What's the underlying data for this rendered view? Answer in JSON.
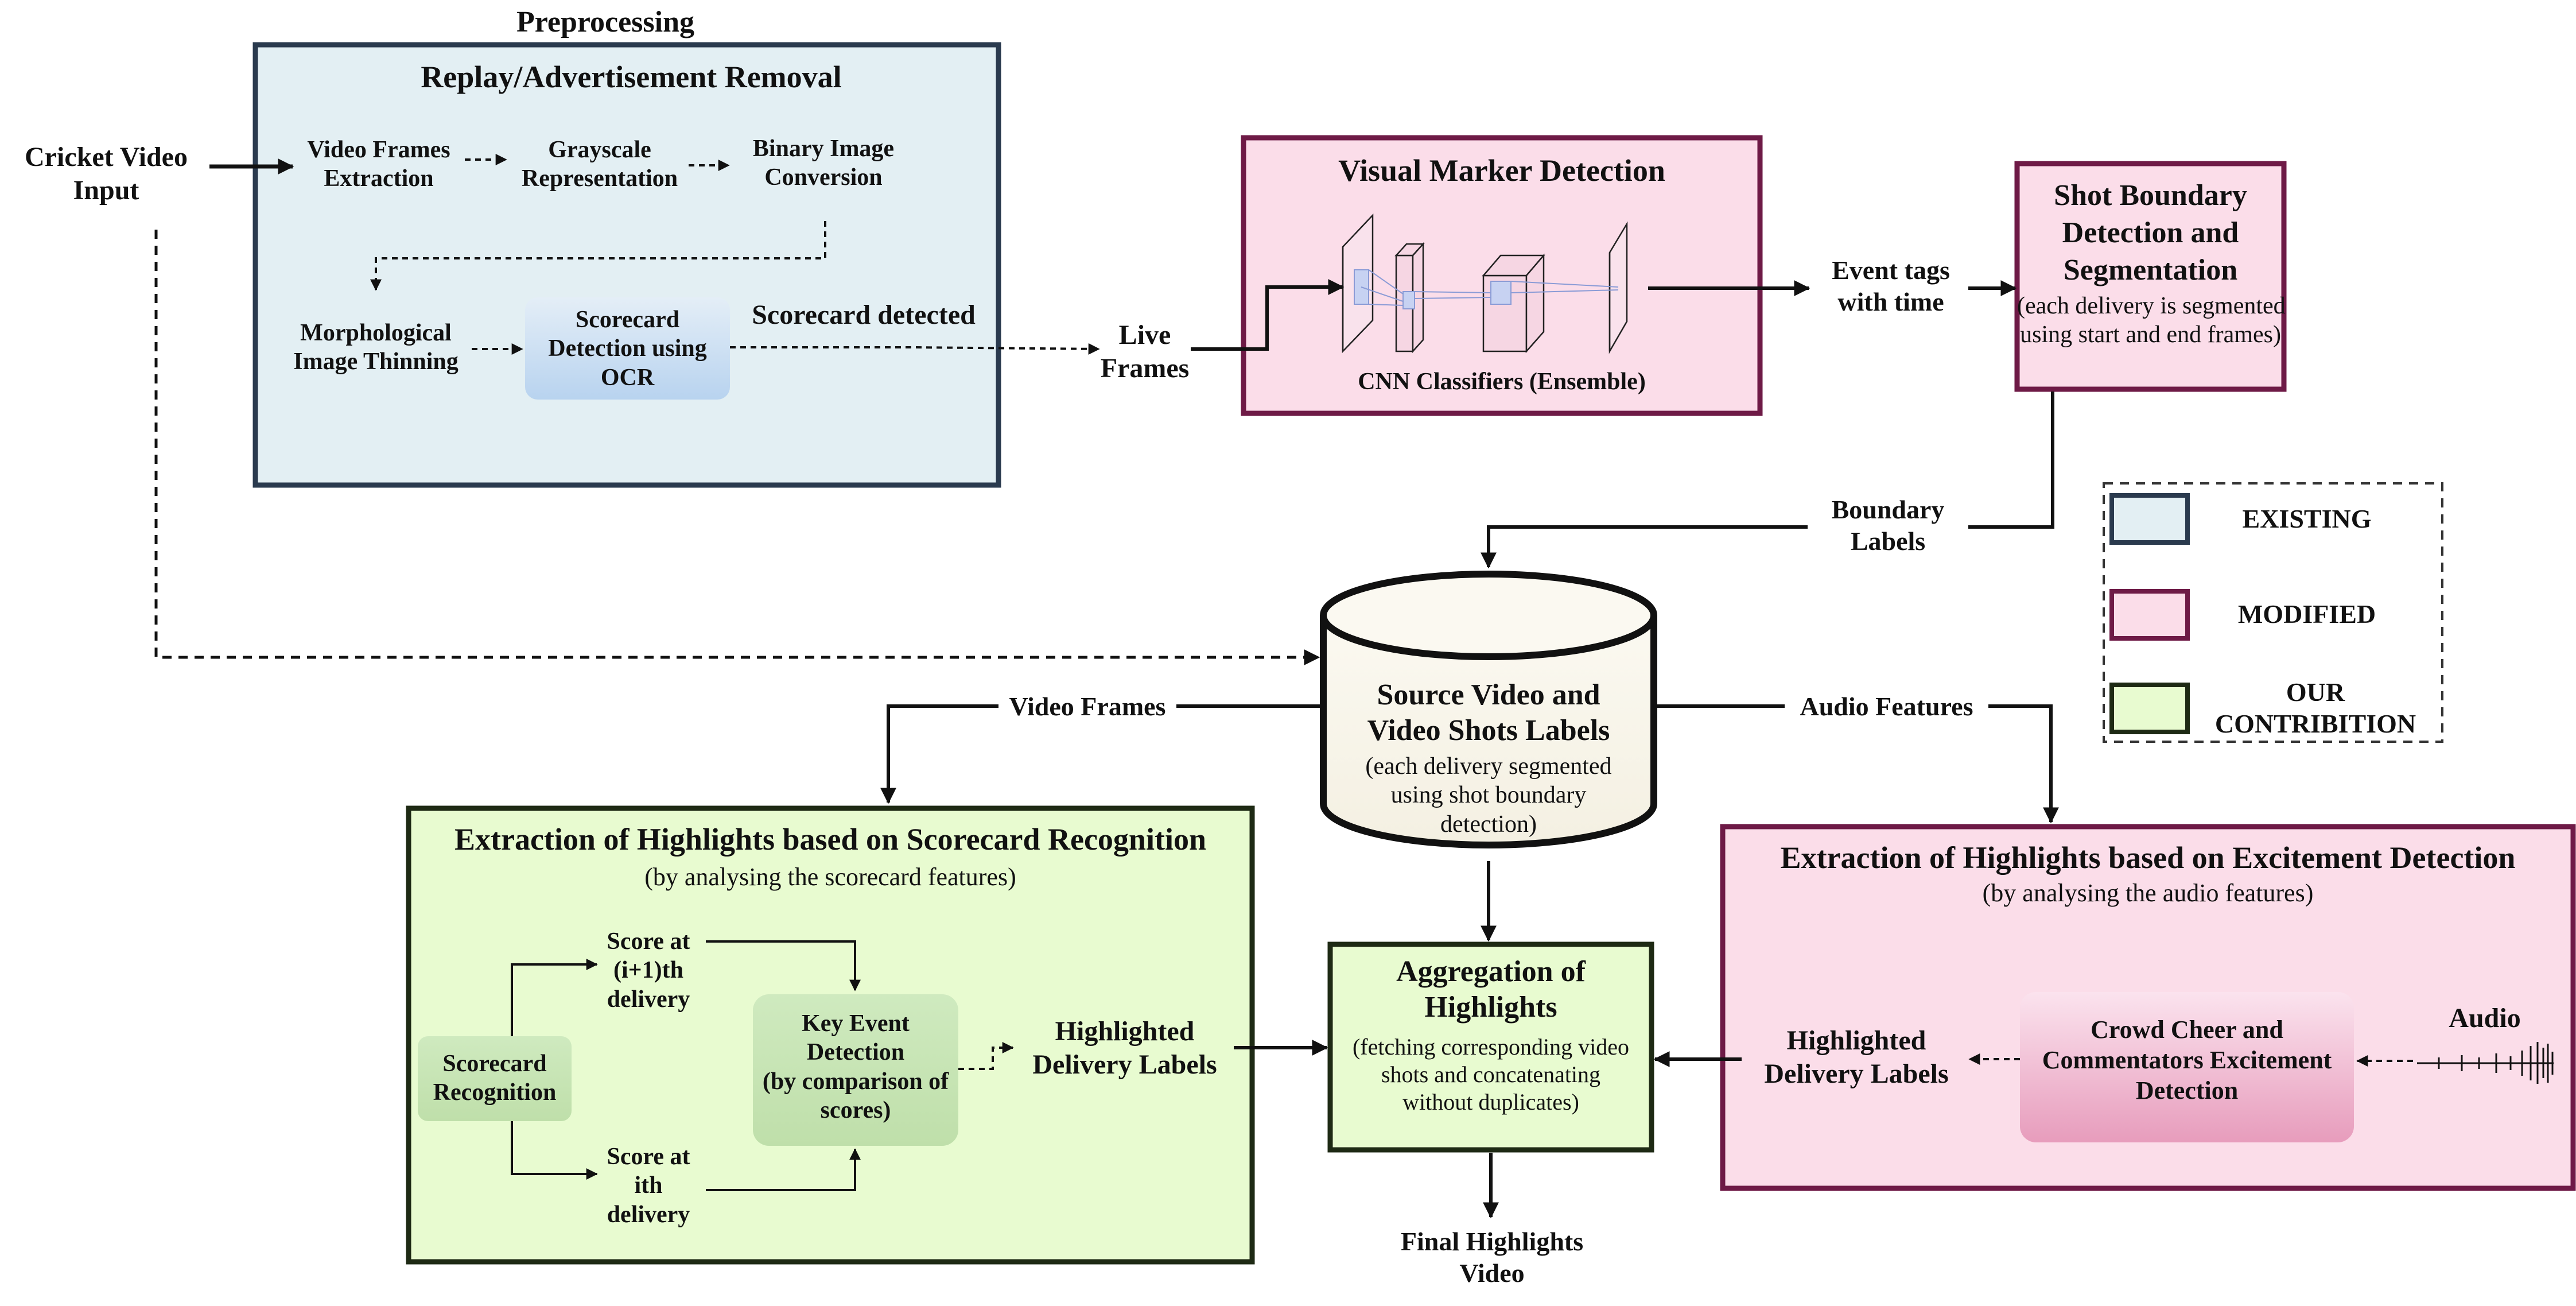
{
  "preprocessing": {
    "title": "Preprocessing",
    "box_title": "Replay/Advertisement Removal",
    "steps": {
      "video_frames_1": "Video Frames",
      "video_frames_2": "Extraction",
      "grayscale_1": "Grayscale",
      "grayscale_2": "Representation",
      "binary_1": "Binary Image",
      "binary_2": "Conversion",
      "morph_1": "Morphological",
      "morph_2": "Image Thinning",
      "ocr_1": "Scorecard",
      "ocr_2": "Detection using",
      "ocr_3": "OCR"
    },
    "scorecard_detected": "Scorecard detected"
  },
  "input": {
    "line1": "Cricket Video",
    "line2": "Input"
  },
  "live_frames": {
    "line1": "Live",
    "line2": "Frames"
  },
  "visual_marker": {
    "title": "Visual Marker Detection",
    "subtitle": "CNN Classifiers (Ensemble)"
  },
  "event_tags": {
    "line1": "Event tags",
    "line2": "with time"
  },
  "shot_boundary": {
    "line1": "Shot Boundary",
    "line2": "Detection and",
    "line3": "Segmentation",
    "desc1": "(each delivery is segmented",
    "desc2": "using start and end frames)"
  },
  "boundary_labels": {
    "line1": "Boundary",
    "line2": "Labels"
  },
  "legend": {
    "existing": "EXISTING",
    "modified": "MODIFIED",
    "ours_1": "OUR",
    "ours_2": "CONTRIBITION"
  },
  "database": {
    "line1": "Source Video and",
    "line2": "Video Shots Labels",
    "desc1": "(each delivery segmented",
    "desc2": "using shot boundary",
    "desc3": "detection)"
  },
  "video_frames_label": "Video Frames",
  "audio_features_label": "Audio Features",
  "scorecard_highlights": {
    "title": "Extraction of Highlights based on Scorecard Recognition",
    "subtitle": "(by analysing the scorecard features)",
    "recognition_1": "Scorecard",
    "recognition_2": "Recognition",
    "score_next_1": "Score at",
    "score_next_2": "(i+1)th",
    "score_next_3": "delivery",
    "score_curr_1": "Score at",
    "score_curr_2": "ith",
    "score_curr_3": "delivery",
    "key_event_1": "Key Event",
    "key_event_2": "Detection",
    "key_event_3": "(by comparison of",
    "key_event_4": "scores)",
    "labels_1": "Highlighted",
    "labels_2": "Delivery Labels"
  },
  "aggregation": {
    "line1": "Aggregation of",
    "line2": "Highlights",
    "desc1": "(fetching corresponding video",
    "desc2": "shots  and concatenating",
    "desc3": "without duplicates)"
  },
  "final": {
    "line1": "Final Highlights",
    "line2": "Video"
  },
  "excitement_highlights": {
    "title": "Extraction of Highlights based on Excitement Detection",
    "subtitle": "(by analysing the audio features)",
    "labels_1": "Highlighted",
    "labels_2": "Delivery Labels",
    "crowd_1": "Crowd Cheer and",
    "crowd_2": "Commentators Excitement",
    "crowd_3": "Detection",
    "audio": "Audio"
  },
  "colors": {
    "existing_fill": "#e3eff3",
    "existing_border": "#2a3a4e",
    "modified_fill": "#fbdde9",
    "modified_border": "#6e1a46",
    "ours_fill": "#e8fbd0",
    "ours_border": "#1e2a14"
  }
}
